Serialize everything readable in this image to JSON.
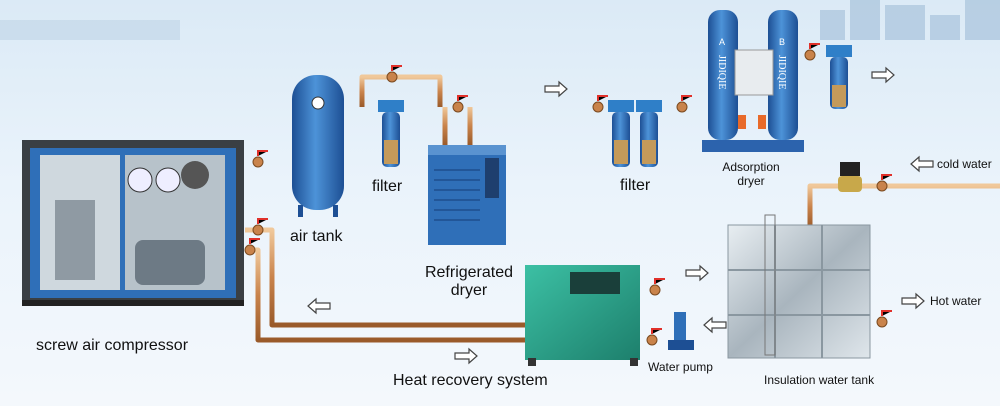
{
  "title": "Air compressor heat recovery system diagram",
  "brand_text": "JIDIQIE",
  "tower_labels": [
    "A",
    "B"
  ],
  "labels": {
    "filter_1": "filter",
    "air_tank": "air tank",
    "filter_2": "filter",
    "adsorption_dryer_line1": "Adsorption",
    "adsorption_dryer_line2": "dryer",
    "cold_water": "cold water",
    "refrigerated_dryer_line1": "Refrigerated",
    "refrigerated_dryer_line2": "dryer",
    "hot_water": "Hot water",
    "screw_air_compressor": "screw air compressor",
    "heat_recovery_system": "Heat recovery system",
    "water_pump": "Water pump",
    "insulation_water_tank": "Insulation water tank"
  },
  "colors": {
    "pipe": "#c9834b",
    "equipment_blue": "#2f6fb8",
    "heat_recovery_green": "#2aa58e",
    "valve_red": "#e0302a"
  }
}
